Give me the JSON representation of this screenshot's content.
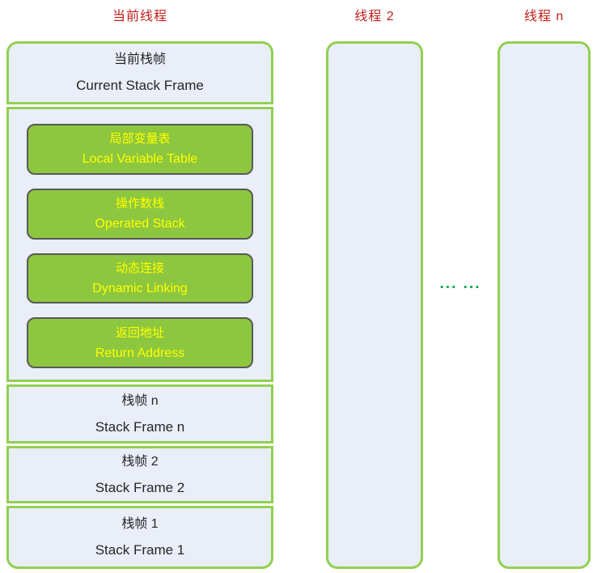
{
  "diagram": {
    "ellipsis": "... ...",
    "colors": {
      "title_red": "#c01e1a",
      "border_green": "#92d050",
      "panel_fill": "#e9eef8",
      "component_green": "#8dc63f",
      "component_border": "#595959",
      "component_text_yellow": "#ffff00",
      "ellipsis_green": "#00a551",
      "text_dark": "#262626"
    },
    "current_thread": {
      "title": "当前线程",
      "header": {
        "zh": "当前栈帧",
        "en": "Current Stack Frame"
      },
      "components": [
        {
          "zh": "局部变量表",
          "en": "Local Variable Table"
        },
        {
          "zh": "操作数栈",
          "en": "Operated Stack"
        },
        {
          "zh": "动态连接",
          "en": "Dynamic Linking"
        },
        {
          "zh": "返回地址",
          "en": "Return Address"
        }
      ],
      "frames": [
        {
          "zh": "栈帧 n",
          "en": "Stack Frame n"
        },
        {
          "zh": "栈帧 2",
          "en": "Stack Frame 2"
        },
        {
          "zh": "栈帧 1",
          "en": "Stack Frame 1"
        }
      ]
    },
    "thread2": {
      "title": "线程 2"
    },
    "threadn": {
      "title": "线程 n"
    }
  }
}
